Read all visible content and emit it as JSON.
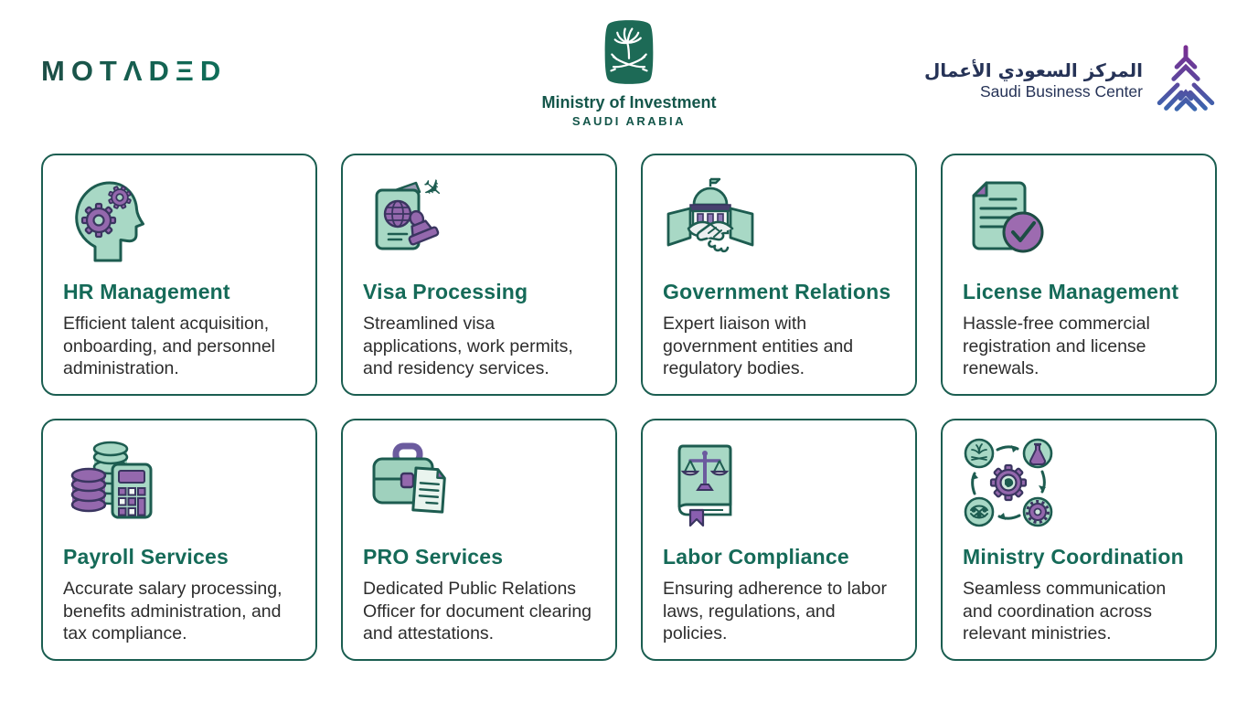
{
  "header": {
    "motaded_logo": "MOTΛDΞD",
    "ministry": {
      "line1": "Ministry of Investment",
      "line2": "SAUDI ARABIA"
    },
    "sbc": {
      "arabic": "المركز السعودي الأعمال",
      "english": "Saudi Business Center"
    }
  },
  "colors": {
    "teal_dark": "#1b5e51",
    "title_green": "#156a58",
    "mint": "#a7d7c4",
    "purple": "#9468ad",
    "navy": "#263357",
    "body_text": "#2d2d2d"
  },
  "icons": [
    "head-gears-icon",
    "passport-stamp-plane-icon",
    "government-handshake-icon",
    "document-check-icon",
    "coins-calculator-icon",
    "briefcase-document-icon",
    "law-book-scales-icon",
    "ministry-cycle-icon"
  ],
  "services": [
    {
      "title": "HR Management",
      "description": "Efficient talent acquisition, onboarding, and personnel administration."
    },
    {
      "title": "Visa Processing",
      "description": "Streamlined visa applications, work permits, and residency services."
    },
    {
      "title": "Government Relations",
      "description": "Expert liaison with government entities and regulatory bodies."
    },
    {
      "title": "License Management",
      "description": "Hassle-free commercial registration and license renewals."
    },
    {
      "title": "Payroll Services",
      "description": "Accurate salary processing, benefits administration, and tax compliance."
    },
    {
      "title": "PRO Services",
      "description": "Dedicated Public Relations Officer for document clearing and attestations."
    },
    {
      "title": "Labor Compliance",
      "description": "Ensuring adherence to labor laws, regulations, and policies."
    },
    {
      "title": "Ministry Coordination",
      "description": "Seamless communication and coordination across relevant ministries."
    }
  ]
}
